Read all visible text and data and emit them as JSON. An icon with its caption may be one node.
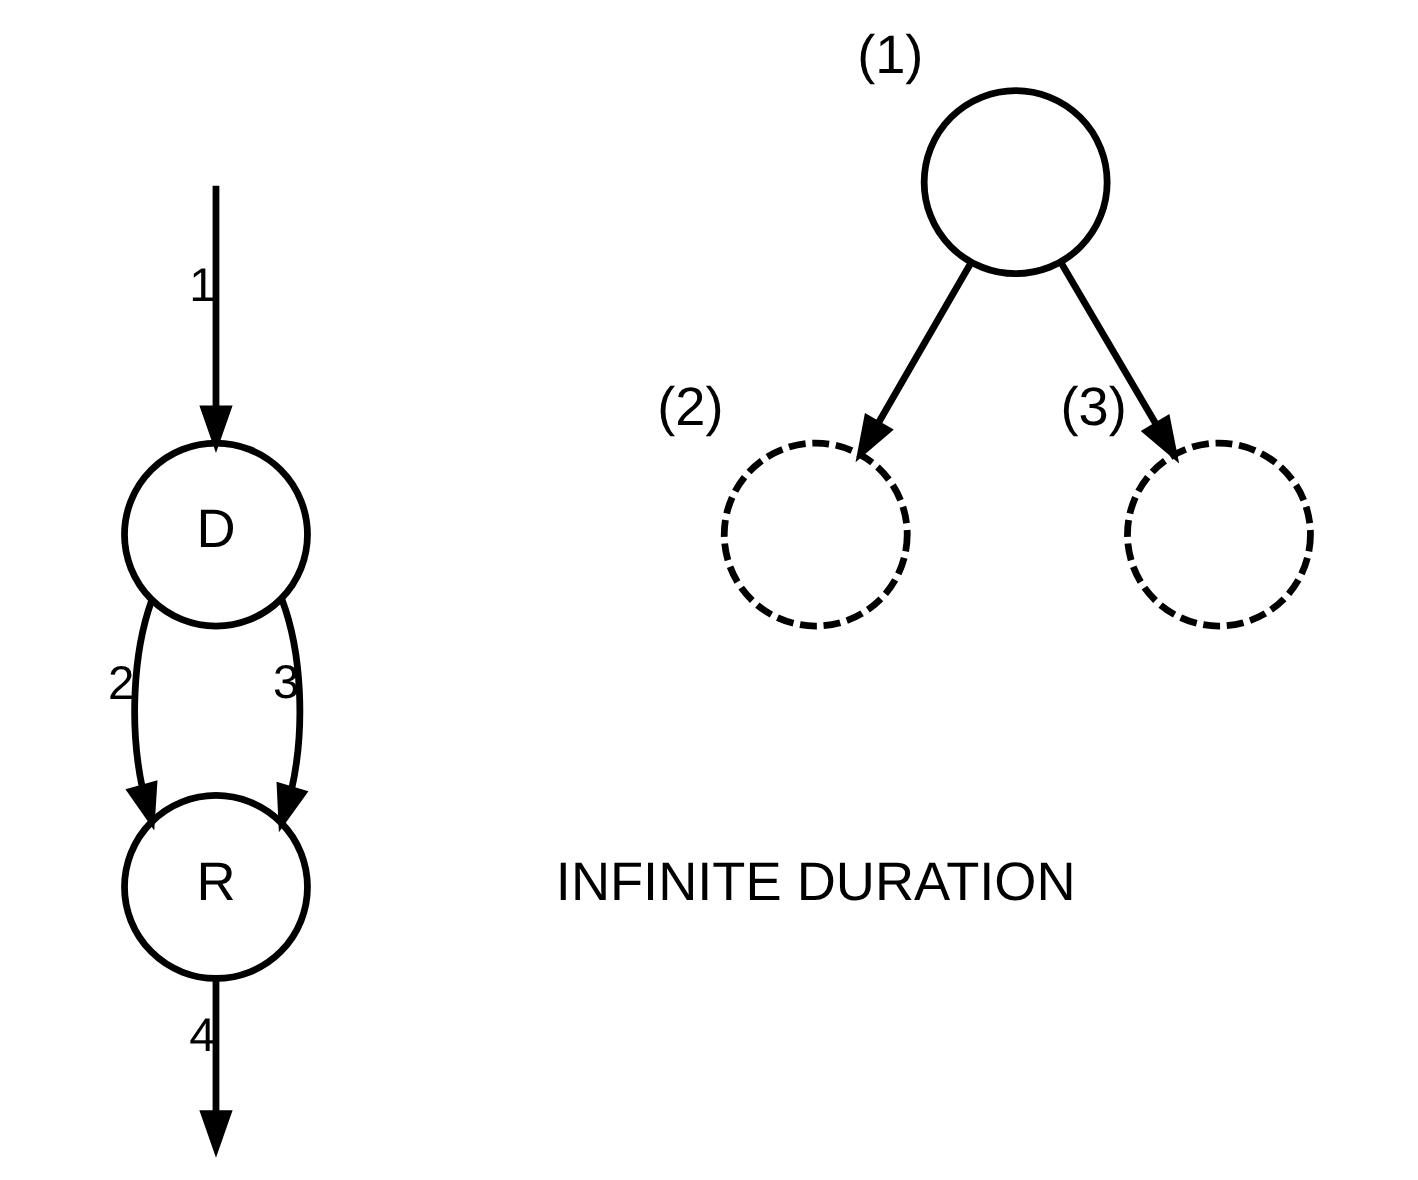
{
  "diagram": {
    "nodes": [
      {
        "text": [
          "D"
        ]
      },
      {
        "text": [
          "R"
        ]
      },
      {
        "text": [],
        "shape": "circle",
        "beside": [
          "(1)"
        ]
      },
      {
        "text": [],
        "shape": "circle",
        "beside": [
          "(2)"
        ]
      },
      {
        "text": [],
        "shape": "circle",
        "beside": [
          "(3)"
        ]
      }
    ],
    "edges": [
      {
        "from": null,
        "to": 0,
        "arrow": "to",
        "label": "1"
      },
      {
        "from": 0,
        "to": 1,
        "arrow": "to",
        "label": "2"
      },
      {
        "from": 0,
        "to": 1,
        "arrow": "to",
        "label": "3"
      },
      {
        "from": 1,
        "to": null,
        "arrow": "to",
        "label": "4"
      },
      {
        "from": 2,
        "to": 3,
        "arrow": "to"
      },
      {
        "from": 2,
        "to": 4,
        "arrow": "to"
      }
    ],
    "labels": [
      "INFINITE DURATION"
    ]
  }
}
